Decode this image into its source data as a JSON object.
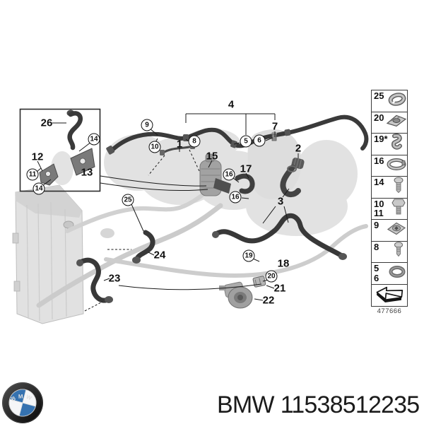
{
  "product": {
    "brand": "BMW",
    "part_number": "11538512235"
  },
  "logo": {
    "letters": "BMW"
  },
  "diagram": {
    "drawing_number": "477666",
    "description": "cooling-system-hoses-exploded-diagram",
    "callouts": {
      "c1": "1",
      "c2": "2",
      "c3": "3",
      "c4": "4",
      "c5": "5",
      "c6": "6",
      "c7": "7",
      "c8": "8",
      "c9": "9",
      "c10": "10",
      "c11": "11",
      "c12": "12",
      "c13": "13",
      "c14a": "14",
      "c14b": "14",
      "c15": "15",
      "c16a": "16",
      "c16b": "16",
      "c17": "17",
      "c18": "18",
      "c19": "19",
      "c20": "20",
      "c21": "21",
      "c22": "22",
      "c23": "23",
      "c24": "24",
      "c25": "25",
      "c26": "26"
    },
    "legend": {
      "rows": [
        {
          "n1": "25",
          "icon": "retaining-clip"
        },
        {
          "n1": "20",
          "icon": "spring-clamp"
        },
        {
          "n1": "19*",
          "icon": "hook-clip"
        },
        {
          "n1": "16",
          "icon": "hose-clamp"
        },
        {
          "n1": "14",
          "icon": "pan-head-screw"
        },
        {
          "n1": "10",
          "n2": "11",
          "icon": "hex-bolt"
        },
        {
          "n1": "9",
          "icon": "clip-nut"
        },
        {
          "n1": "8",
          "icon": "pan-head-screw"
        },
        {
          "n1": "5",
          "n2": "6",
          "icon": "o-ring"
        },
        {
          "icon": "direction-arrow"
        }
      ]
    }
  },
  "colors": {
    "hose_dark": "#383838",
    "engine_faded": "#c7c7c7",
    "radiator": "#dedede",
    "roundel_blue": "#3572b0",
    "line": "#1a1a1a"
  }
}
